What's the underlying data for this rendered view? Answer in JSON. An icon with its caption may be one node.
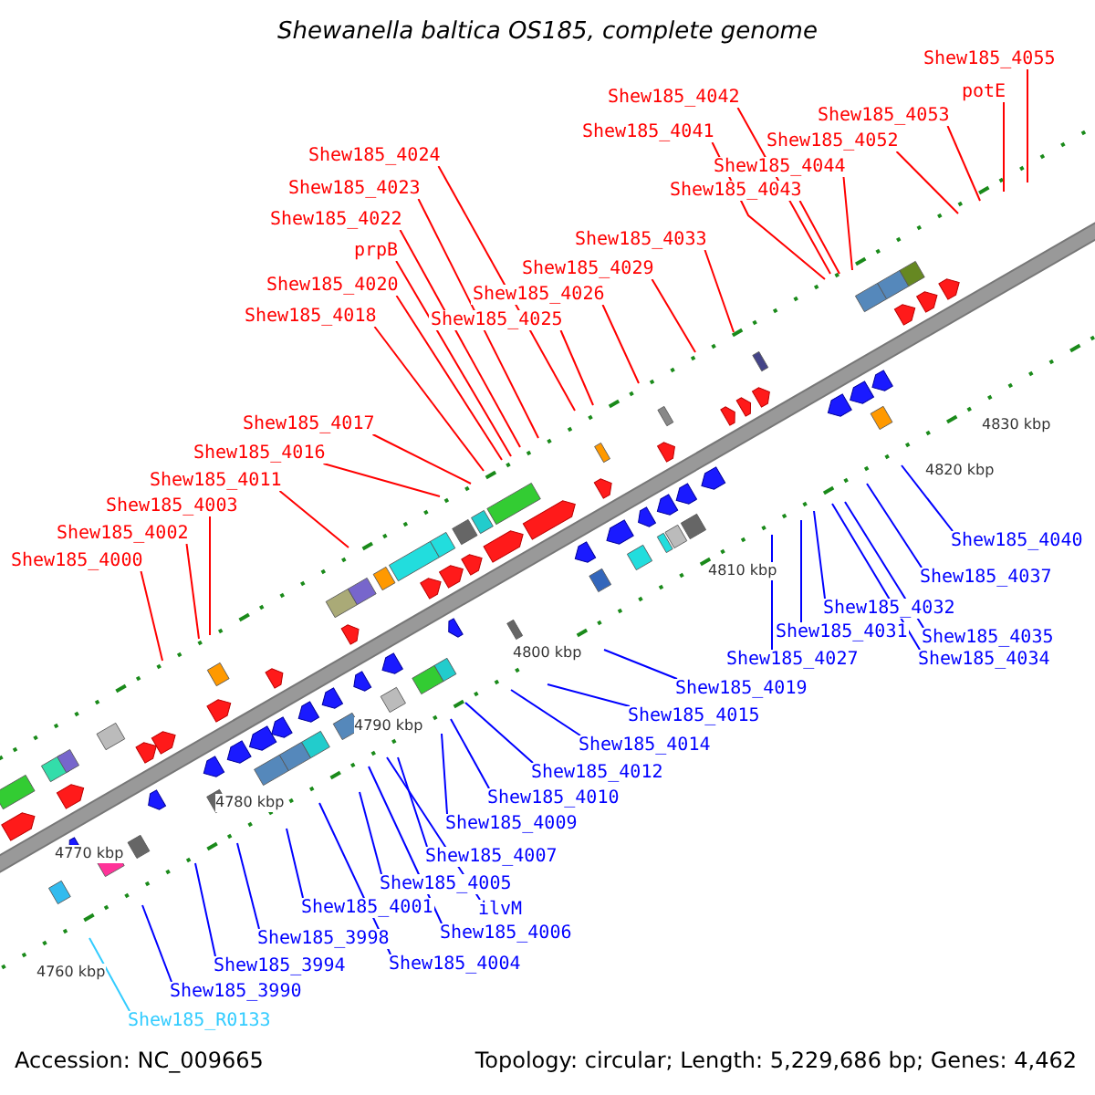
{
  "diagram": {
    "title": "Shewanella baltica OS185, complete genome",
    "nodes": [
      {
        "text": [
          "Shew185_4055"
        ]
      },
      {
        "text": [
          "potE"
        ]
      },
      {
        "text": [
          "Shew185_4042"
        ]
      },
      {
        "text": [
          "Shew185_4053"
        ]
      },
      {
        "text": [
          "Shew185_4041"
        ]
      },
      {
        "text": [
          "Shew185_4052"
        ]
      },
      {
        "text": [
          "Shew185_4024"
        ]
      },
      {
        "text": [
          "Shew185_4044"
        ]
      },
      {
        "text": [
          "Shew185_4023"
        ]
      },
      {
        "text": [
          "Shew185_4043"
        ]
      },
      {
        "text": [
          "Shew185_4022"
        ]
      },
      {
        "text": [
          "Shew185_4033"
        ]
      },
      {
        "text": [
          "prpB"
        ]
      },
      {
        "text": [
          "Shew185_4029"
        ]
      },
      {
        "text": [
          "Shew185_4020"
        ]
      },
      {
        "text": [
          "Shew185_4026"
        ]
      },
      {
        "text": [
          "Shew185_4018"
        ]
      },
      {
        "text": [
          "Shew185_4025"
        ]
      },
      {
        "text": [
          "Shew185_4017"
        ]
      },
      {
        "text": [
          "Shew185_4016"
        ]
      },
      {
        "text": [
          "Shew185_4011"
        ]
      },
      {
        "text": [
          "Shew185_4003"
        ]
      },
      {
        "text": [
          "Shew185_4002"
        ]
      },
      {
        "text": [
          "Shew185_4000"
        ]
      },
      {
        "text": [
          "Shew185_4040"
        ]
      },
      {
        "text": [
          "Shew185_4037"
        ]
      },
      {
        "text": [
          "Shew185_4032"
        ]
      },
      {
        "text": [
          "Shew185_4031"
        ]
      },
      {
        "text": [
          "Shew185_4035"
        ]
      },
      {
        "text": [
          "Shew185_4027"
        ]
      },
      {
        "text": [
          "Shew185_4034"
        ]
      },
      {
        "text": [
          "Shew185_4019"
        ]
      },
      {
        "text": [
          "Shew185_4015"
        ]
      },
      {
        "text": [
          "Shew185_4014"
        ]
      },
      {
        "text": [
          "Shew185_4012"
        ]
      },
      {
        "text": [
          "Shew185_4010"
        ]
      },
      {
        "text": [
          "Shew185_4009"
        ]
      },
      {
        "text": [
          "Shew185_4007"
        ]
      },
      {
        "text": [
          "Shew185_4005"
        ]
      },
      {
        "text": [
          "Shew185_4001"
        ]
      },
      {
        "text": [
          "ilvM"
        ]
      },
      {
        "text": [
          "Shew185_4006"
        ]
      },
      {
        "text": [
          "Shew185_3998"
        ]
      },
      {
        "text": [
          "Shew185_4004"
        ]
      },
      {
        "text": [
          "Shew185_3994"
        ]
      },
      {
        "text": [
          "Shew185_3990"
        ]
      },
      {
        "text": [
          "Shew185_R0133"
        ]
      }
    ],
    "edges": [
      {
        "from": 0,
        "to": null,
        "arrow": "none",
        "color": "#ff0000"
      },
      {
        "from": 1,
        "to": null,
        "arrow": "none",
        "color": "#ff0000"
      },
      {
        "from": 2,
        "to": null,
        "arrow": "none",
        "color": "#ff0000"
      },
      {
        "from": 3,
        "to": null,
        "arrow": "none",
        "color": "#ff0000"
      },
      {
        "from": 4,
        "to": null,
        "arrow": "none",
        "color": "#ff0000"
      },
      {
        "from": 5,
        "to": null,
        "arrow": "none",
        "color": "#ff0000"
      },
      {
        "from": 6,
        "to": null,
        "arrow": "none",
        "color": "#ff0000"
      },
      {
        "from": 7,
        "to": null,
        "arrow": "none",
        "color": "#ff0000"
      },
      {
        "from": 8,
        "to": null,
        "arrow": "none",
        "color": "#ff0000"
      },
      {
        "from": 9,
        "to": null,
        "arrow": "none",
        "color": "#ff0000"
      },
      {
        "from": 10,
        "to": null,
        "arrow": "none",
        "color": "#ff0000"
      },
      {
        "from": 11,
        "to": null,
        "arrow": "none",
        "color": "#ff0000"
      },
      {
        "from": 12,
        "to": null,
        "arrow": "none",
        "color": "#ff0000"
      },
      {
        "from": 13,
        "to": null,
        "arrow": "none",
        "color": "#ff0000"
      },
      {
        "from": 14,
        "to": null,
        "arrow": "none",
        "color": "#ff0000"
      },
      {
        "from": 15,
        "to": null,
        "arrow": "none",
        "color": "#ff0000"
      },
      {
        "from": 16,
        "to": null,
        "arrow": "none",
        "color": "#ff0000"
      },
      {
        "from": 17,
        "to": null,
        "arrow": "none",
        "color": "#ff0000"
      },
      {
        "from": 18,
        "to": null,
        "arrow": "none",
        "color": "#ff0000"
      },
      {
        "from": 19,
        "to": null,
        "arrow": "none",
        "color": "#ff0000"
      },
      {
        "from": 20,
        "to": null,
        "arrow": "none",
        "color": "#ff0000"
      },
      {
        "from": 21,
        "to": null,
        "arrow": "none",
        "color": "#ff0000"
      },
      {
        "from": 22,
        "to": null,
        "arrow": "none",
        "color": "#ff0000"
      },
      {
        "from": 23,
        "to": null,
        "arrow": "none",
        "color": "#ff0000"
      },
      {
        "from": 24,
        "to": null,
        "arrow": "none",
        "color": "#0000ff"
      },
      {
        "from": 25,
        "to": null,
        "arrow": "none",
        "color": "#0000ff"
      },
      {
        "from": 26,
        "to": null,
        "arrow": "none",
        "color": "#0000ff"
      },
      {
        "from": 27,
        "to": null,
        "arrow": "none",
        "color": "#0000ff"
      },
      {
        "from": 28,
        "to": null,
        "arrow": "none",
        "color": "#0000ff"
      },
      {
        "from": 29,
        "to": null,
        "arrow": "none",
        "color": "#0000ff"
      },
      {
        "from": 30,
        "to": null,
        "arrow": "none",
        "color": "#0000ff"
      },
      {
        "from": 31,
        "to": null,
        "arrow": "none",
        "color": "#0000ff"
      },
      {
        "from": 32,
        "to": null,
        "arrow": "none",
        "color": "#0000ff"
      },
      {
        "from": 33,
        "to": null,
        "arrow": "none",
        "color": "#0000ff"
      },
      {
        "from": 34,
        "to": null,
        "arrow": "none",
        "color": "#0000ff"
      },
      {
        "from": 35,
        "to": null,
        "arrow": "none",
        "color": "#0000ff"
      },
      {
        "from": 36,
        "to": null,
        "arrow": "none",
        "color": "#0000ff"
      },
      {
        "from": 37,
        "to": null,
        "arrow": "none",
        "color": "#0000ff"
      },
      {
        "from": 38,
        "to": null,
        "arrow": "none",
        "color": "#0000ff"
      },
      {
        "from": 39,
        "to": null,
        "arrow": "none",
        "color": "#0000ff"
      },
      {
        "from": 40,
        "to": null,
        "arrow": "none",
        "color": "#0000ff"
      },
      {
        "from": 41,
        "to": null,
        "arrow": "none",
        "color": "#0000ff"
      },
      {
        "from": 42,
        "to": null,
        "arrow": "none",
        "color": "#0000ff"
      },
      {
        "from": 43,
        "to": null,
        "arrow": "none",
        "color": "#0000ff"
      },
      {
        "from": 44,
        "to": null,
        "arrow": "none",
        "color": "#0000ff"
      },
      {
        "from": 45,
        "to": null,
        "arrow": "none",
        "color": "#0000ff"
      },
      {
        "from": 46,
        "to": null,
        "arrow": "none",
        "color": "#33ccff"
      }
    ],
    "labels": [
      "4830 kbp",
      "4820 kbp",
      "4810 kbp",
      "4800 kbp",
      "4790 kbp",
      "4780 kbp",
      "4770 kbp",
      "4760 kbp",
      "Accession: NC_009665",
      "Topology: circular; Length: 5,229,686 bp; Genes: 4,462"
    ]
  }
}
